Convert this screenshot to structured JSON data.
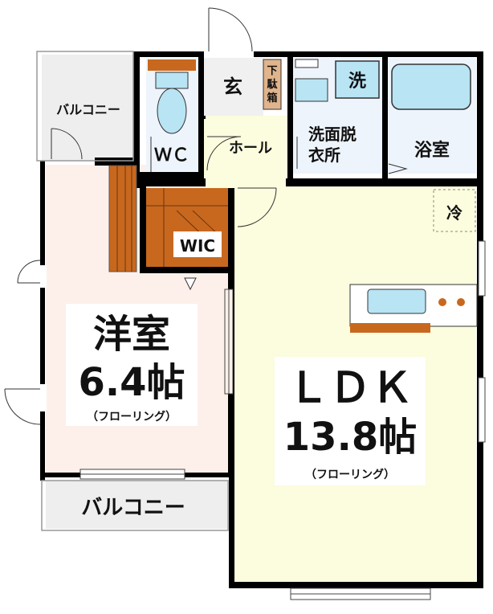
{
  "rooms": {
    "balcony_top": "バルコニー",
    "entrance": "玄",
    "shoe_box_line1": "下",
    "shoe_box_line2": "駄",
    "shoe_box_line3": "箱",
    "washer": "洗",
    "wc": "ＷＣ",
    "hall": "ホール",
    "washroom_line1": "洗面脱",
    "washroom_line2": "衣所",
    "bathroom": "浴室",
    "fridge": "冷",
    "wic": "WIC",
    "western_room_name": "洋室",
    "western_room_size": "6.4帖",
    "western_room_floor": "（フローリング）",
    "ldk_name": "ＬＤＫ",
    "ldk_size": "13.8帖",
    "ldk_floor": "（フローリング）",
    "balcony_bottom": "バルコニー"
  },
  "colors": {
    "floor_bedroom": "#fdf0ea",
    "floor_ldk": "#fcfcde",
    "floor_wet": "#eef4fb",
    "floor_balcony": "#eeeeee",
    "wood": "#c8681e",
    "fixture": "#b8e4f4"
  }
}
